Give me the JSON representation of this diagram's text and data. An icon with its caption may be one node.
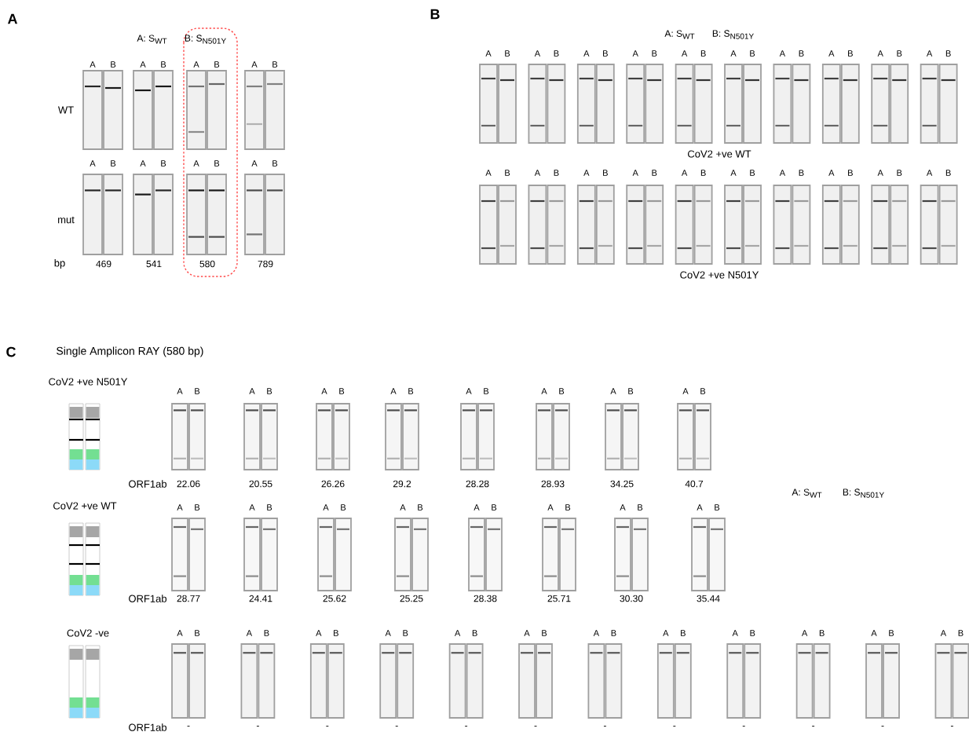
{
  "diagram": {
    "labels": [
      "A",
      "A: S$_{WT}$",
      "B: S$_{N501Y}$",
      "A",
      "B",
      "A",
      "B",
      "A",
      "B",
      "A",
      "B",
      "WT",
      "A",
      "B",
      "A",
      "B",
      "A",
      "B",
      "A",
      "B",
      "mut",
      "bp",
      "469",
      "541",
      "580",
      "789",
      "B",
      "A: S$_{WT}$",
      "B: S$_{N501Y}$",
      "A",
      "B",
      "A",
      "B",
      "A",
      "B",
      "A",
      "B",
      "A",
      "B",
      "A",
      "B",
      "A",
      "B",
      "A",
      "B",
      "A",
      "B",
      "A",
      "B",
      "CoV2 +ve WT",
      "A",
      "B",
      "A",
      "B",
      "A",
      "B",
      "A",
      "B",
      "A",
      "B",
      "A",
      "B",
      "A",
      "B",
      "A",
      "B",
      "A",
      "B",
      "A",
      "B",
      "CoV2 +ve N501Y",
      "C",
      "Single Amplicon RAY (580 bp)",
      "CoV2 +ve N501Y",
      "A",
      "B",
      "A",
      "B",
      "A",
      "B",
      "A",
      "B",
      "A",
      "B",
      "A",
      "B",
      "A",
      "B",
      "A",
      "B",
      "ORF1ab",
      "22.06",
      "20.55",
      "26.26",
      "29.2",
      "28.28",
      "28.93",
      "34.25",
      "40.7",
      "A: S$_{WT}$",
      "B: S$_{N501Y}$",
      "CoV2 +ve WT",
      "A",
      "B",
      "A",
      "B",
      "A",
      "B",
      "A",
      "B",
      "A",
      "B",
      "A",
      "B",
      "A",
      "B",
      "A",
      "B",
      "ORF1ab",
      "28.77",
      "24.41",
      "25.62",
      "25.25",
      "28.38",
      "25.71",
      "30.30",
      "35.44",
      "CoV2 -ve",
      "A",
      "B",
      "A",
      "B",
      "A",
      "B",
      "A",
      "B",
      "A",
      "B",
      "A",
      "B",
      "A",
      "B",
      "A",
      "B",
      "A",
      "B",
      "A",
      "B",
      "A",
      "B",
      "A",
      "B",
      "ORF1ab",
      "-",
      "-",
      "-",
      "-",
      "-",
      "-",
      "-",
      "-",
      "-",
      "-",
      "-",
      "-"
    ]
  }
}
